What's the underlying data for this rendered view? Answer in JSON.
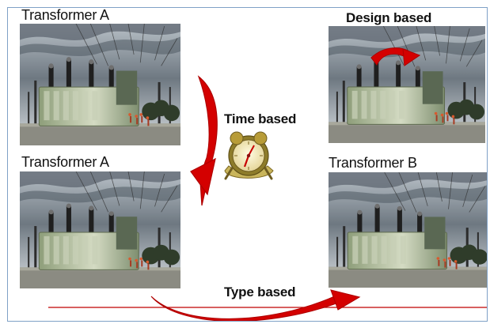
{
  "labels": {
    "transformer_a_top": "Transformer A",
    "transformer_a_bottom": "Transformer A",
    "transformer_b": "Transformer B",
    "design_based": "Design based",
    "time_based": "Time based",
    "type_based": "Type based"
  },
  "colors": {
    "arrow_red": "#d40000",
    "divider_red": "#c00000",
    "frame_blue": "#7fa1c7"
  },
  "icons": {
    "clock": "alarm-clock-icon"
  }
}
